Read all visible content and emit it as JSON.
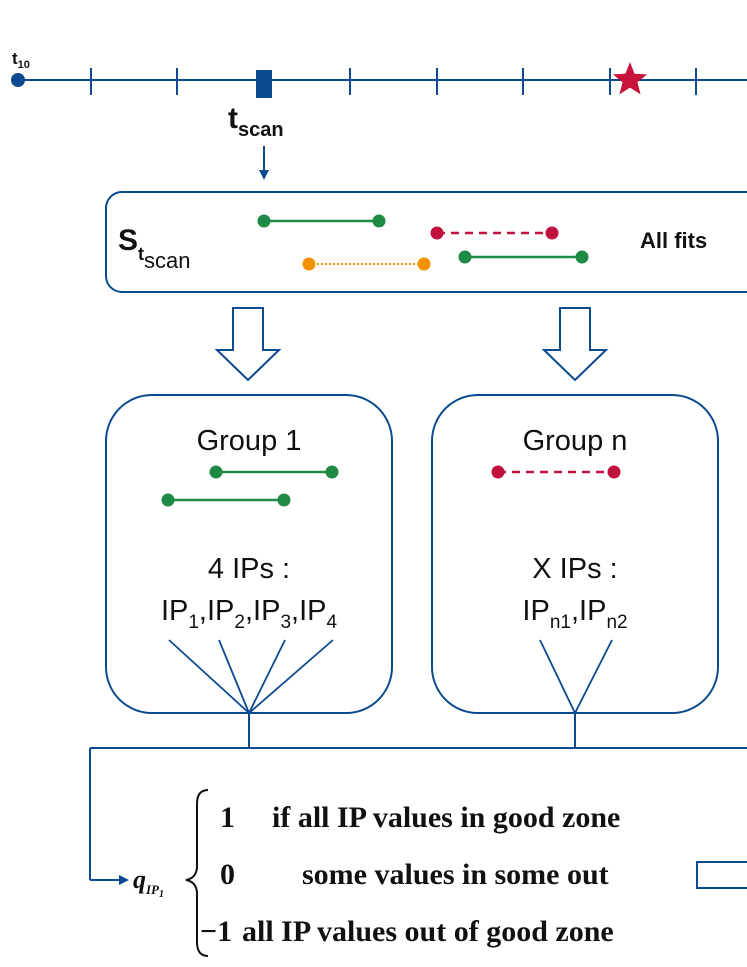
{
  "colors": {
    "axis": "#0b4a8f",
    "text": "#111111",
    "green": "#1e8a46",
    "red": "#c0123d",
    "orange": "#f39200",
    "star": "#c8123a",
    "box_stroke": "#0b4a8f",
    "box_fill": "#ffffff"
  },
  "timeline": {
    "start_label": "t",
    "start_label_sub": "10",
    "scan_label": "t",
    "scan_label_sub": "scan",
    "marker_icon": "star-icon"
  },
  "scan_set": {
    "label": "S",
    "label_sub": "t",
    "label_subsub": "scan",
    "fits_text": "All fits"
  },
  "groups": [
    {
      "title": "Group 1",
      "ip_count": "4 IPs :",
      "ip_list": [
        {
          "base": "IP",
          "sub": "1",
          "sep": ","
        },
        {
          "base": "IP",
          "sub": "2",
          "sep": ","
        },
        {
          "base": "IP",
          "sub": "3",
          "sep": ","
        },
        {
          "base": "IP",
          "sub": "4",
          "sep": ""
        }
      ]
    },
    {
      "title": "Group n",
      "ip_count": "X IPs :",
      "ip_list": [
        {
          "base": "IP",
          "sub": "n1",
          "sep": ","
        },
        {
          "base": "IP",
          "sub": "n2",
          "sep": ""
        }
      ]
    }
  ],
  "formula": {
    "symbol": "q",
    "symbol_sub": "IP",
    "symbol_subsub": "1",
    "cases": [
      {
        "value": "1",
        "condition": "if all IP values in good zone"
      },
      {
        "value": "0",
        "condition": "some values in some out"
      },
      {
        "value": "−1",
        "condition": "all IP values out of good zone"
      }
    ]
  }
}
